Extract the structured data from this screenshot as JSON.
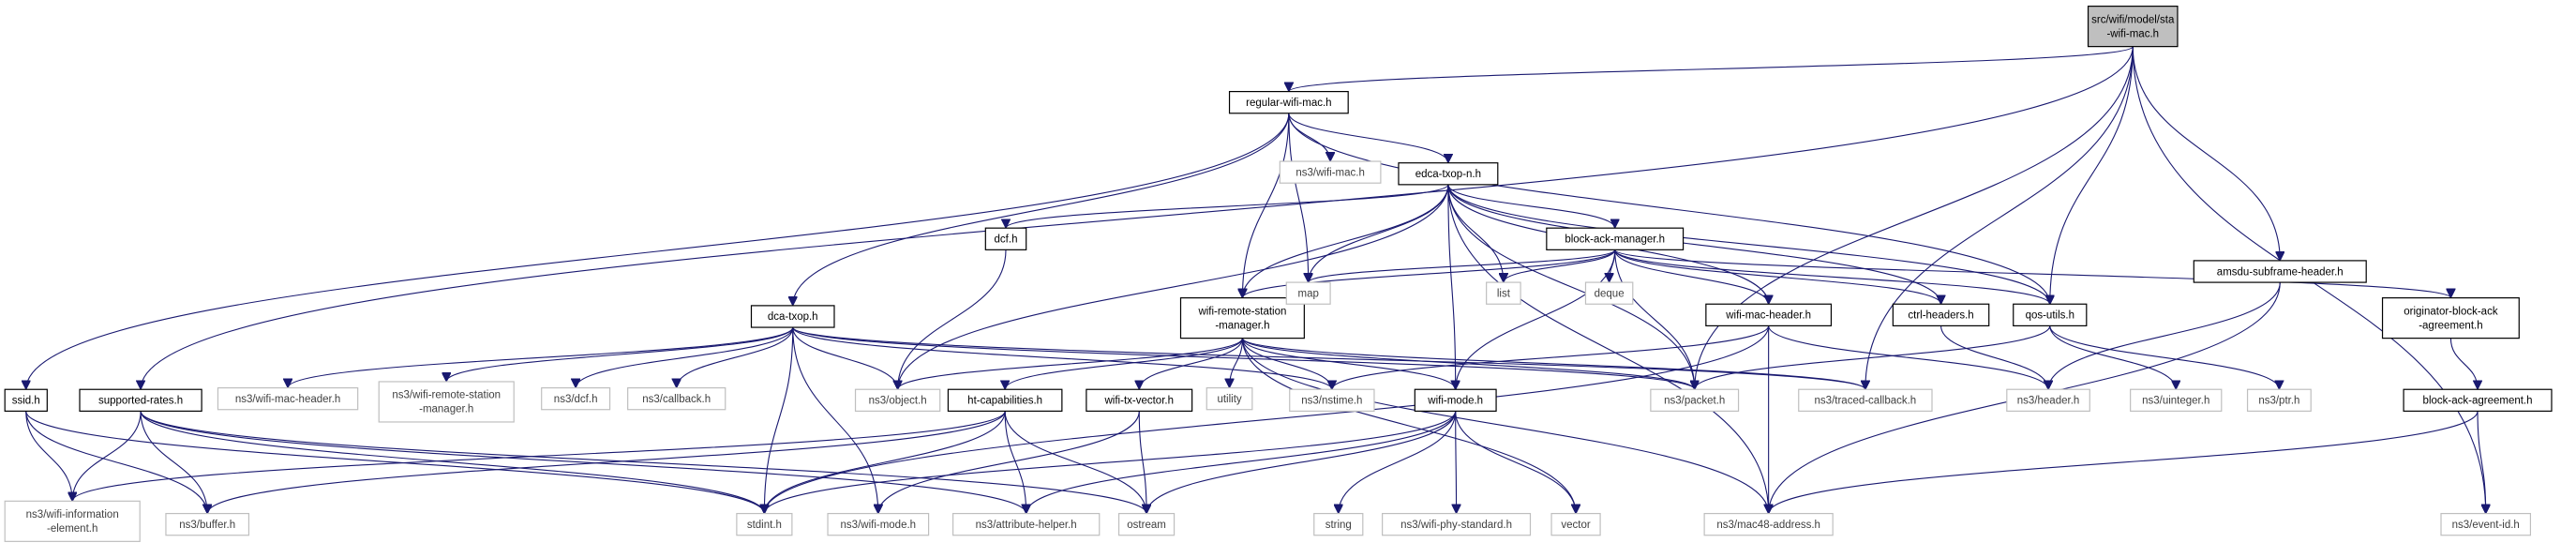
{
  "graph": {
    "nodes": [
      {
        "id": "sta",
        "lines": [
          "src/wifi/model/sta",
          "-wifi-mac.h"
        ],
        "style": "root"
      },
      {
        "id": "regular",
        "lines": [
          "regular-wifi-mac.h"
        ],
        "style": "internal"
      },
      {
        "id": "amsdu",
        "lines": [
          "amsdu-subframe-header.h"
        ],
        "style": "internal"
      },
      {
        "id": "edca",
        "lines": [
          "edca-txop-n.h"
        ],
        "style": "internal"
      },
      {
        "id": "ns3wifimac",
        "lines": [
          "ns3/wifi-mac.h"
        ],
        "style": "external"
      },
      {
        "id": "dcf",
        "lines": [
          "dcf.h"
        ],
        "style": "internal"
      },
      {
        "id": "bam",
        "lines": [
          "block-ack-manager.h"
        ],
        "style": "internal"
      },
      {
        "id": "wrsm",
        "lines": [
          "wifi-remote-station",
          "-manager.h"
        ],
        "style": "internal"
      },
      {
        "id": "map",
        "lines": [
          "map"
        ],
        "style": "external"
      },
      {
        "id": "dca",
        "lines": [
          "dca-txop.h"
        ],
        "style": "internal"
      },
      {
        "id": "list",
        "lines": [
          "list"
        ],
        "style": "external"
      },
      {
        "id": "deque",
        "lines": [
          "deque"
        ],
        "style": "external"
      },
      {
        "id": "wmh",
        "lines": [
          "wifi-mac-header.h"
        ],
        "style": "internal"
      },
      {
        "id": "ctrl",
        "lines": [
          "ctrl-headers.h"
        ],
        "style": "internal"
      },
      {
        "id": "qos",
        "lines": [
          "qos-utils.h"
        ],
        "style": "internal"
      },
      {
        "id": "oba",
        "lines": [
          "originator-block-ack",
          "-agreement.h"
        ],
        "style": "internal"
      },
      {
        "id": "ssid",
        "lines": [
          "ssid.h"
        ],
        "style": "internal"
      },
      {
        "id": "supp",
        "lines": [
          "supported-rates.h"
        ],
        "style": "internal"
      },
      {
        "id": "ns3wmh",
        "lines": [
          "ns3/wifi-mac-header.h"
        ],
        "style": "external"
      },
      {
        "id": "ns3wrsm",
        "lines": [
          "ns3/wifi-remote-station",
          "-manager.h"
        ],
        "style": "external"
      },
      {
        "id": "ns3dcf",
        "lines": [
          "ns3/dcf.h"
        ],
        "style": "external"
      },
      {
        "id": "ns3cb",
        "lines": [
          "ns3/callback.h"
        ],
        "style": "external"
      },
      {
        "id": "ns3obj",
        "lines": [
          "ns3/object.h"
        ],
        "style": "external"
      },
      {
        "id": "ht",
        "lines": [
          "ht-capabilities.h"
        ],
        "style": "internal"
      },
      {
        "id": "wtv",
        "lines": [
          "wifi-tx-vector.h"
        ],
        "style": "internal"
      },
      {
        "id": "utility",
        "lines": [
          "utility"
        ],
        "style": "external"
      },
      {
        "id": "nstime",
        "lines": [
          "ns3/nstime.h"
        ],
        "style": "external"
      },
      {
        "id": "wmode",
        "lines": [
          "wifi-mode.h"
        ],
        "style": "internal"
      },
      {
        "id": "packet",
        "lines": [
          "ns3/packet.h"
        ],
        "style": "external"
      },
      {
        "id": "traced",
        "lines": [
          "ns3/traced-callback.h"
        ],
        "style": "external"
      },
      {
        "id": "header",
        "lines": [
          "ns3/header.h"
        ],
        "style": "external"
      },
      {
        "id": "uint",
        "lines": [
          "ns3/uinteger.h"
        ],
        "style": "external"
      },
      {
        "id": "ptr",
        "lines": [
          "ns3/ptr.h"
        ],
        "style": "external"
      },
      {
        "id": "baa",
        "lines": [
          "block-ack-agreement.h"
        ],
        "style": "internal"
      },
      {
        "id": "wie",
        "lines": [
          "ns3/wifi-information",
          "-element.h"
        ],
        "style": "external"
      },
      {
        "id": "buffer",
        "lines": [
          "ns3/buffer.h"
        ],
        "style": "external"
      },
      {
        "id": "stdint",
        "lines": [
          "stdint.h"
        ],
        "style": "external"
      },
      {
        "id": "ns3wmode",
        "lines": [
          "ns3/wifi-mode.h"
        ],
        "style": "external"
      },
      {
        "id": "attr",
        "lines": [
          "ns3/attribute-helper.h"
        ],
        "style": "external"
      },
      {
        "id": "ostream",
        "lines": [
          "ostream"
        ],
        "style": "external"
      },
      {
        "id": "string",
        "lines": [
          "string"
        ],
        "style": "external"
      },
      {
        "id": "phy",
        "lines": [
          "ns3/wifi-phy-standard.h"
        ],
        "style": "external"
      },
      {
        "id": "vector",
        "lines": [
          "vector"
        ],
        "style": "external"
      },
      {
        "id": "mac48",
        "lines": [
          "ns3/mac48-address.h"
        ],
        "style": "external"
      },
      {
        "id": "event",
        "lines": [
          "ns3/event-id.h"
        ],
        "style": "external"
      }
    ],
    "edges": [
      [
        "sta",
        "regular"
      ],
      [
        "sta",
        "amsdu"
      ],
      [
        "sta",
        "event"
      ],
      [
        "sta",
        "packet"
      ],
      [
        "sta",
        "traced"
      ],
      [
        "sta",
        "supp"
      ],
      [
        "sta",
        "qos"
      ],
      [
        "regular",
        "ns3wifimac"
      ],
      [
        "regular",
        "edca"
      ],
      [
        "regular",
        "wrsm"
      ],
      [
        "regular",
        "map"
      ],
      [
        "regular",
        "dca"
      ],
      [
        "regular",
        "ssid"
      ],
      [
        "regular",
        "qos"
      ],
      [
        "edca",
        "dcf"
      ],
      [
        "edca",
        "bam"
      ],
      [
        "edca",
        "wrsm"
      ],
      [
        "edca",
        "map"
      ],
      [
        "edca",
        "list"
      ],
      [
        "edca",
        "wmh"
      ],
      [
        "edca",
        "ctrl"
      ],
      [
        "edca",
        "qos"
      ],
      [
        "edca",
        "ns3obj"
      ],
      [
        "edca",
        "packet"
      ],
      [
        "edca",
        "mac48"
      ],
      [
        "edca",
        "wmode"
      ],
      [
        "dcf",
        "ns3obj"
      ],
      [
        "bam",
        "map"
      ],
      [
        "bam",
        "list"
      ],
      [
        "bam",
        "deque"
      ],
      [
        "bam",
        "wmh"
      ],
      [
        "bam",
        "ctrl"
      ],
      [
        "bam",
        "qos"
      ],
      [
        "bam",
        "oba"
      ],
      [
        "bam",
        "packet"
      ],
      [
        "bam",
        "wrsm"
      ],
      [
        "bam",
        "wmode"
      ],
      [
        "wrsm",
        "ns3obj"
      ],
      [
        "wrsm",
        "ht"
      ],
      [
        "wrsm",
        "wtv"
      ],
      [
        "wrsm",
        "utility"
      ],
      [
        "wrsm",
        "nstime"
      ],
      [
        "wrsm",
        "wmode"
      ],
      [
        "wrsm",
        "packet"
      ],
      [
        "wrsm",
        "traced"
      ],
      [
        "wrsm",
        "vector"
      ],
      [
        "wrsm",
        "mac48"
      ],
      [
        "dca",
        "ns3wmh"
      ],
      [
        "dca",
        "ns3wrsm"
      ],
      [
        "dca",
        "ns3dcf"
      ],
      [
        "dca",
        "ns3cb"
      ],
      [
        "dca",
        "ns3obj"
      ],
      [
        "dca",
        "nstime"
      ],
      [
        "dca",
        "packet"
      ],
      [
        "dca",
        "stdint"
      ],
      [
        "dca",
        "ns3wmode"
      ],
      [
        "dca",
        "traced"
      ],
      [
        "wmh",
        "nstime"
      ],
      [
        "wmh",
        "header"
      ],
      [
        "wmh",
        "mac48"
      ],
      [
        "wmh",
        "stdint"
      ],
      [
        "ctrl",
        "header"
      ],
      [
        "qos",
        "packet"
      ],
      [
        "qos",
        "uint"
      ],
      [
        "qos",
        "ptr"
      ],
      [
        "amsdu",
        "header"
      ],
      [
        "amsdu",
        "mac48"
      ],
      [
        "oba",
        "baa"
      ],
      [
        "baa",
        "mac48"
      ],
      [
        "baa",
        "event"
      ],
      [
        "ssid",
        "wie"
      ],
      [
        "ssid",
        "buffer"
      ],
      [
        "ssid",
        "stdint"
      ],
      [
        "supp",
        "wie"
      ],
      [
        "supp",
        "buffer"
      ],
      [
        "supp",
        "stdint"
      ],
      [
        "supp",
        "attr"
      ],
      [
        "supp",
        "ostream"
      ],
      [
        "ht",
        "wie"
      ],
      [
        "ht",
        "buffer"
      ],
      [
        "ht",
        "stdint"
      ],
      [
        "ht",
        "attr"
      ],
      [
        "ht",
        "ostream"
      ],
      [
        "wtv",
        "ns3wmode"
      ],
      [
        "wtv",
        "ostream"
      ],
      [
        "wmode",
        "stdint"
      ],
      [
        "wmode",
        "string"
      ],
      [
        "wmode",
        "phy"
      ],
      [
        "wmode",
        "vector"
      ],
      [
        "wmode",
        "ostream"
      ],
      [
        "wmode",
        "attr"
      ]
    ]
  },
  "colors": {
    "edge": "#191970",
    "root_fill": "#bfbfbf",
    "internal_fill": "#ffffff",
    "internal_stroke": "#000000",
    "external_stroke": "#bfbfbf",
    "external_text": "#404040"
  }
}
